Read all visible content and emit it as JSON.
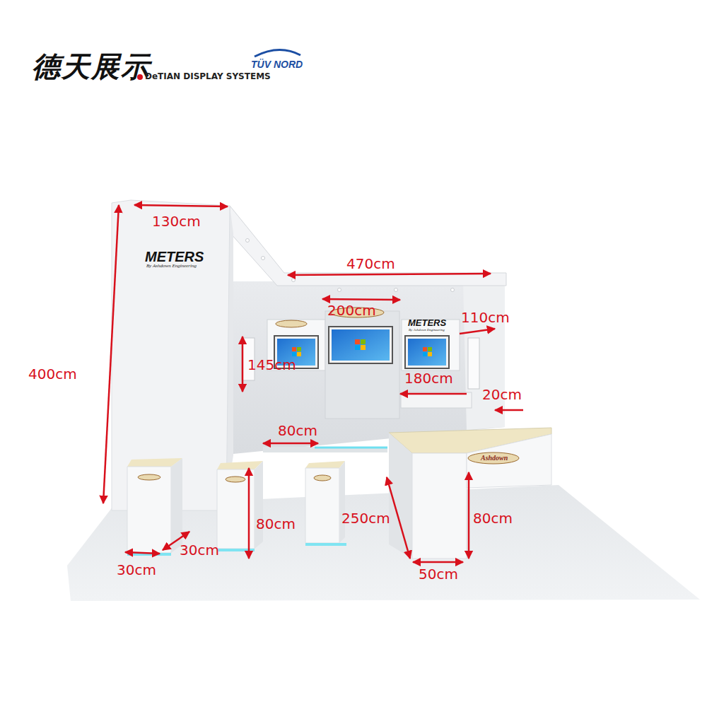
{
  "diagram": {
    "labels": [
      "德天展示",
      "DeTIAN DISPLAY SYSTEMS",
      "TÜV NORD",
      "METERS",
      "By Ashdown Engineering",
      "METERS",
      "By Ashdown Engineering",
      "Ashdown",
      "130cm",
      "470cm",
      "200cm",
      "110cm",
      "400cm",
      "145cm",
      "180cm",
      "20cm",
      "80cm",
      "250cm",
      "80cm",
      "80cm",
      "30cm",
      "30cm",
      "50cm"
    ]
  }
}
